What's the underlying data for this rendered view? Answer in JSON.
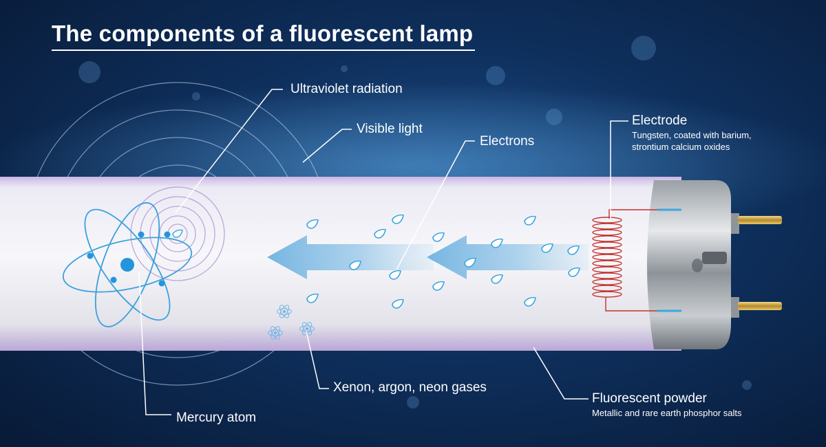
{
  "title": "The components of a fluorescent lamp",
  "labels": {
    "uv": "Ultraviolet radiation",
    "visible": "Visible light",
    "electrons": "Electrons",
    "electrode": "Electrode",
    "electrode_desc_1": "Tungsten, coated with barium,",
    "electrode_desc_2": "strontium calcium oxides",
    "gases": "Xenon, argon, neon gases",
    "mercury": "Mercury atom",
    "powder": "Fluorescent powder",
    "powder_desc": "Metallic and rare earth phosphor salts"
  },
  "colors": {
    "background": "#0e2f5c",
    "tube": "#eef0f4",
    "accent": "#35a8e0",
    "coil": "#c4302b",
    "text": "#ffffff"
  }
}
